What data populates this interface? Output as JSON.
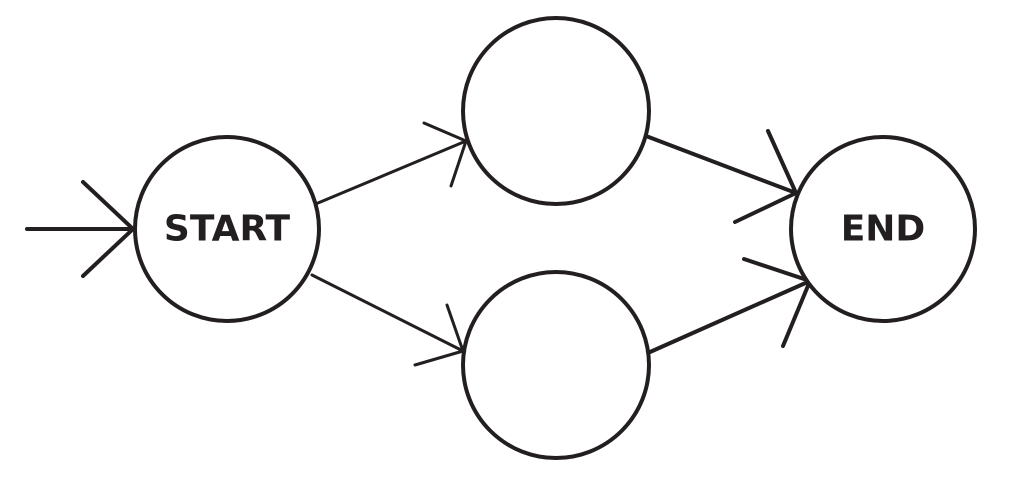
{
  "diagram": {
    "type": "state-diagram",
    "colors": {
      "stroke": "#231f20",
      "fill": "#ffffff",
      "text": "#231f20"
    },
    "nodes": [
      {
        "id": "start",
        "label": "START"
      },
      {
        "id": "top",
        "label": ""
      },
      {
        "id": "bottom",
        "label": ""
      },
      {
        "id": "end",
        "label": "END"
      }
    ],
    "edges": [
      {
        "from": "entry",
        "to": "start"
      },
      {
        "from": "start",
        "to": "top"
      },
      {
        "from": "start",
        "to": "bottom"
      },
      {
        "from": "top",
        "to": "end"
      },
      {
        "from": "bottom",
        "to": "end"
      }
    ]
  }
}
